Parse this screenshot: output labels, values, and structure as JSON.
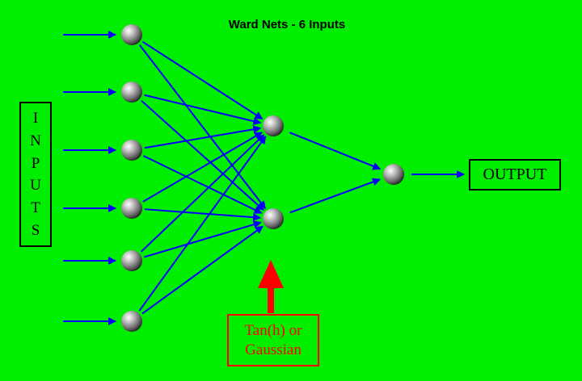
{
  "title": "Ward Nets - 6 Inputs",
  "inputs_label_letters": [
    "I",
    "N",
    "P",
    "U",
    "T",
    "S"
  ],
  "output_label": "OUTPUT",
  "activation_label": {
    "line1": "Tan(h) or",
    "line2": "Gaussian"
  },
  "colors": {
    "background": "#00ee00",
    "connection": "#0000ff",
    "activation": "#ff0000",
    "node": "#9a9a9a"
  },
  "network": {
    "input_nodes": 6,
    "hidden_nodes": 2,
    "output_nodes": 1
  }
}
